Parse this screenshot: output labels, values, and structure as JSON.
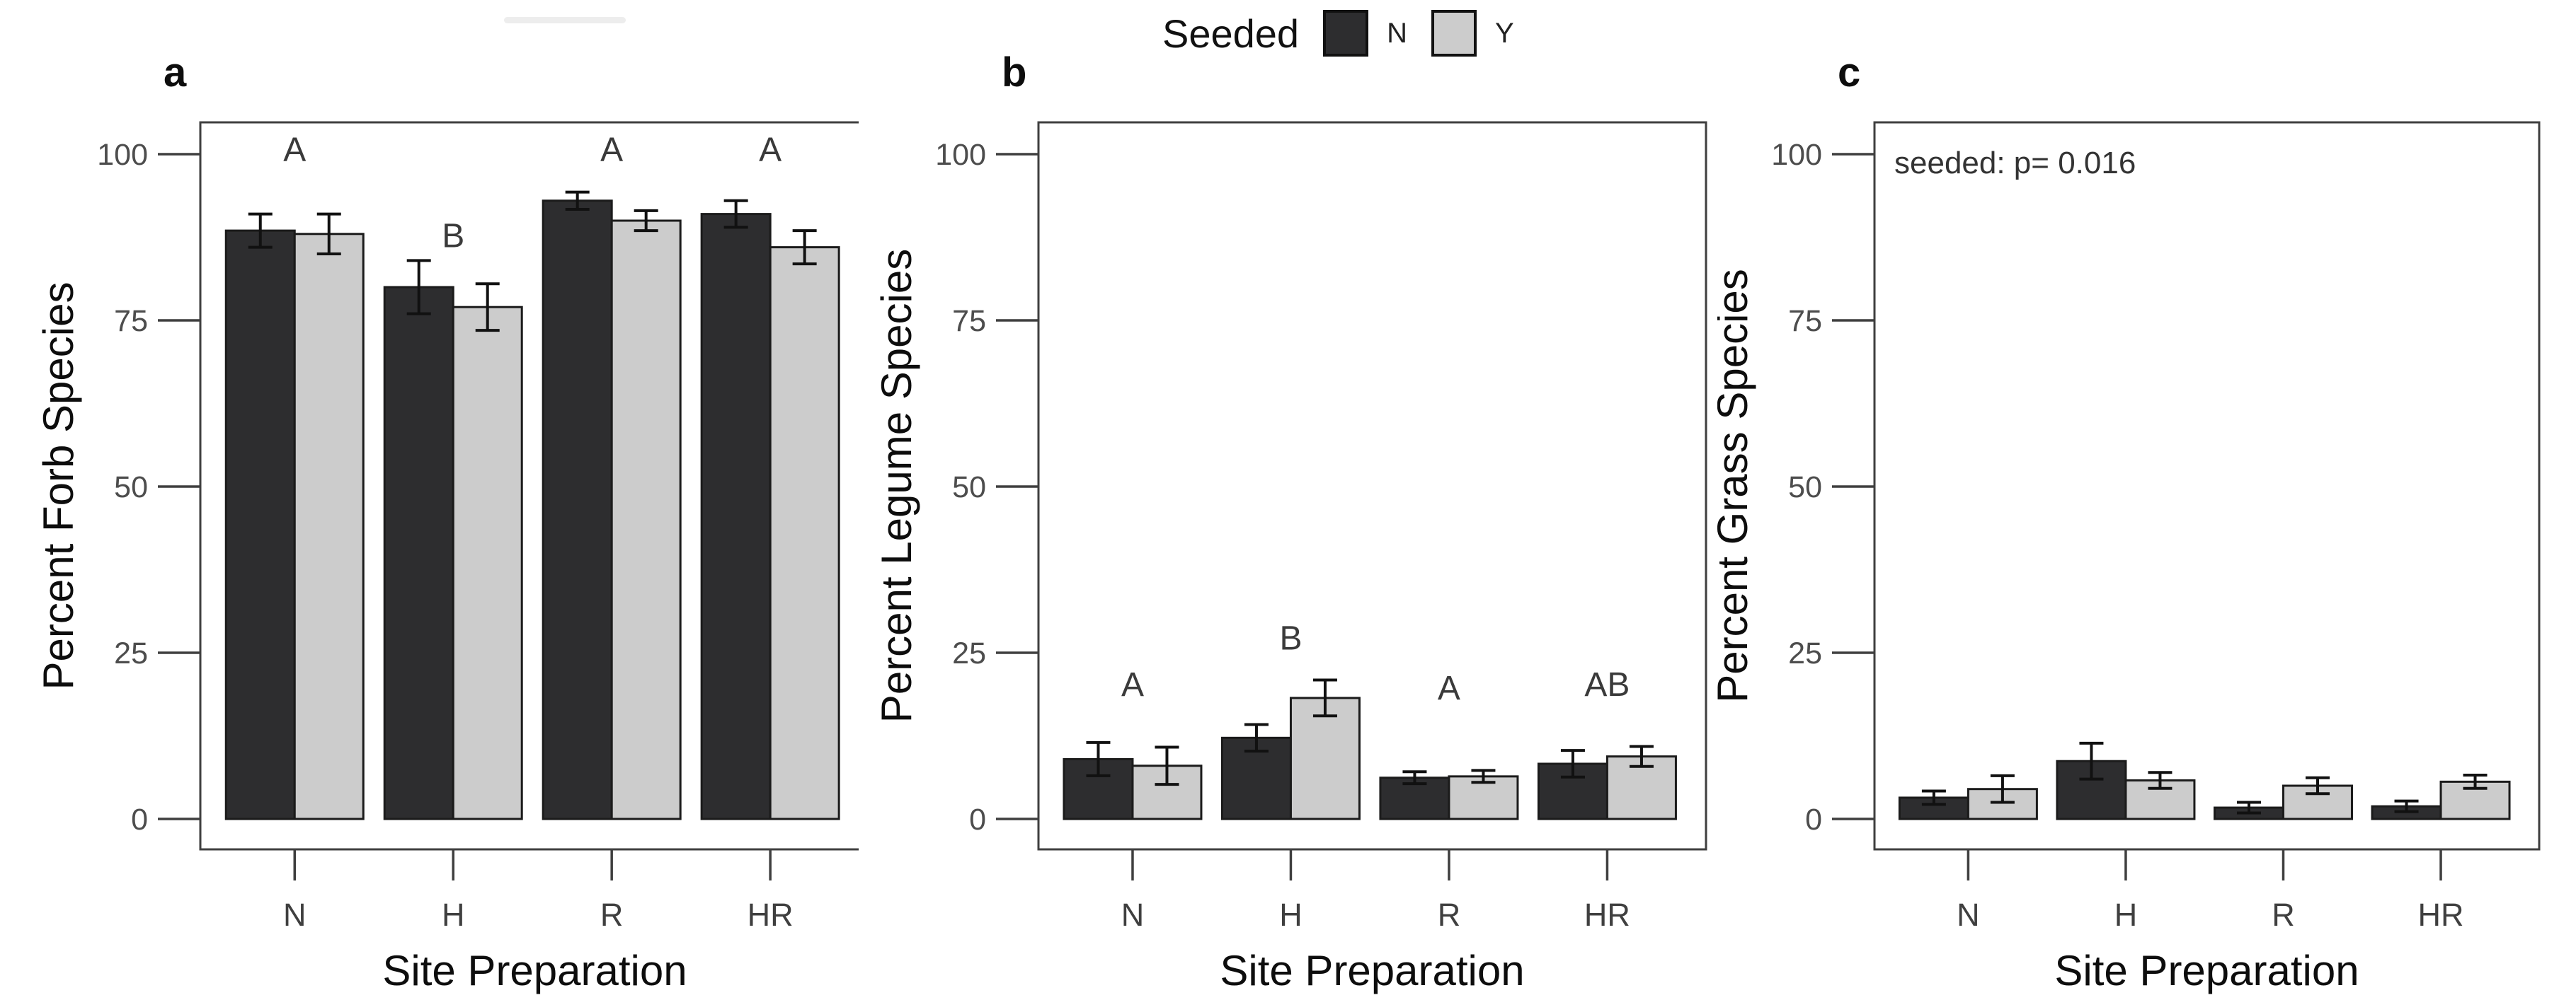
{
  "figure": {
    "background": "#ffffff"
  },
  "legend": {
    "title": "Seeded",
    "entries": [
      {
        "label": "N",
        "color": "#2d2d2f"
      },
      {
        "label": "Y",
        "color": "#cccccc"
      }
    ]
  },
  "colors": {
    "dark_bar": "#2d2d2f",
    "light_bar": "#cccccc",
    "bar_stroke": "#1b1b1b",
    "error_bar": "#111111",
    "panel_border": "#3f3f3f",
    "tick_label": "#4d4d4d",
    "category_label": "#3f3f3f",
    "axis_title": "#0d0d0d",
    "sig_letter": "#3a3a3a",
    "annotation": "#333333"
  },
  "axes": {
    "x_label": "Site Preparation",
    "x_categories": [
      "N",
      "H",
      "R",
      "HR"
    ],
    "y_ticks": [
      0,
      25,
      50,
      75,
      100
    ],
    "y_range": [
      0,
      100
    ]
  },
  "chart_data": [
    {
      "type": "bar",
      "panel_label": "a",
      "ylabel": "Percent Forb Species",
      "xlabel": "Site Preparation",
      "categories": [
        "N",
        "H",
        "R",
        "HR"
      ],
      "ylim": [
        0,
        100
      ],
      "yticks": [
        0,
        25,
        50,
        75,
        100
      ],
      "series": [
        {
          "name": "N",
          "values": [
            88.5,
            80,
            93,
            91
          ],
          "errors": [
            2.5,
            4,
            1.3,
            2
          ]
        },
        {
          "name": "Y",
          "values": [
            88,
            77,
            90,
            86
          ],
          "errors": [
            3,
            3.5,
            1.5,
            2.5
          ]
        }
      ],
      "sig_letters": [
        {
          "text": "A",
          "y": 99
        },
        {
          "text": "B",
          "y": 86
        },
        {
          "text": "A",
          "y": 99
        },
        {
          "text": "A",
          "y": 99
        }
      ],
      "annotation": ""
    },
    {
      "type": "bar",
      "panel_label": "b",
      "ylabel": "Percent Legume Species",
      "xlabel": "Site Preparation",
      "categories": [
        "N",
        "H",
        "R",
        "HR"
      ],
      "ylim": [
        0,
        100
      ],
      "yticks": [
        0,
        25,
        50,
        75,
        100
      ],
      "series": [
        {
          "name": "N",
          "values": [
            9,
            12.2,
            6.2,
            8.3
          ],
          "errors": [
            2.5,
            2,
            0.9,
            2
          ]
        },
        {
          "name": "Y",
          "values": [
            8,
            18.2,
            6.4,
            9.4
          ],
          "errors": [
            2.8,
            2.7,
            0.9,
            1.5
          ]
        }
      ],
      "sig_letters": [
        {
          "text": "A",
          "y": 18.5
        },
        {
          "text": "B",
          "y": 25.5
        },
        {
          "text": "A",
          "y": 18
        },
        {
          "text": "AB",
          "y": 18.5
        }
      ],
      "annotation": ""
    },
    {
      "type": "bar",
      "panel_label": "c",
      "ylabel": "Percent Grass Species",
      "xlabel": "Site Preparation",
      "categories": [
        "N",
        "H",
        "R",
        "HR"
      ],
      "ylim": [
        0,
        100
      ],
      "yticks": [
        0,
        25,
        50,
        75,
        100
      ],
      "series": [
        {
          "name": "N",
          "values": [
            3.2,
            8.7,
            1.7,
            1.9
          ],
          "errors": [
            1,
            2.7,
            0.8,
            0.8
          ]
        },
        {
          "name": "Y",
          "values": [
            4.5,
            5.8,
            5,
            5.6
          ],
          "errors": [
            2,
            1.2,
            1.2,
            1
          ]
        }
      ],
      "sig_letters": [],
      "annotation": "seeded: p= 0.016"
    }
  ]
}
